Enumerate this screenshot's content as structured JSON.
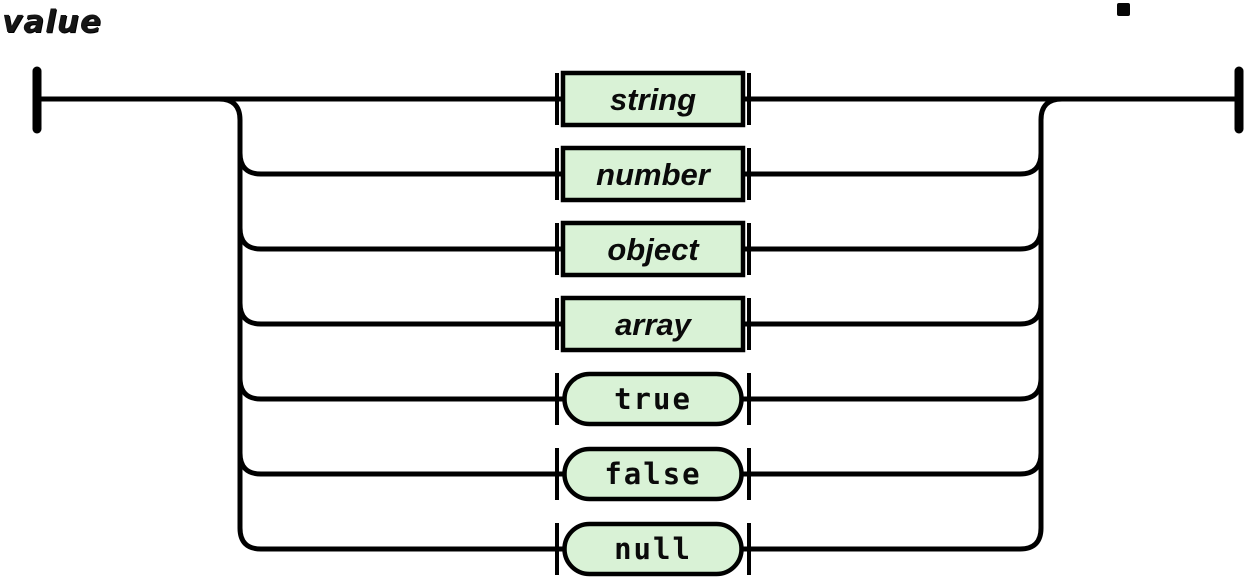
{
  "diagram": {
    "title": "value",
    "kind": "railroad-syntax-diagram",
    "branches": [
      {
        "label": "string",
        "type": "nonterminal"
      },
      {
        "label": "number",
        "type": "nonterminal"
      },
      {
        "label": "object",
        "type": "nonterminal"
      },
      {
        "label": "array",
        "type": "nonterminal"
      },
      {
        "label": "true",
        "type": "terminal"
      },
      {
        "label": "false",
        "type": "terminal"
      },
      {
        "label": "null",
        "type": "terminal"
      }
    ],
    "colors": {
      "node_fill": "#d9f2d6",
      "line": "#000000",
      "background": "#ffffff"
    }
  }
}
